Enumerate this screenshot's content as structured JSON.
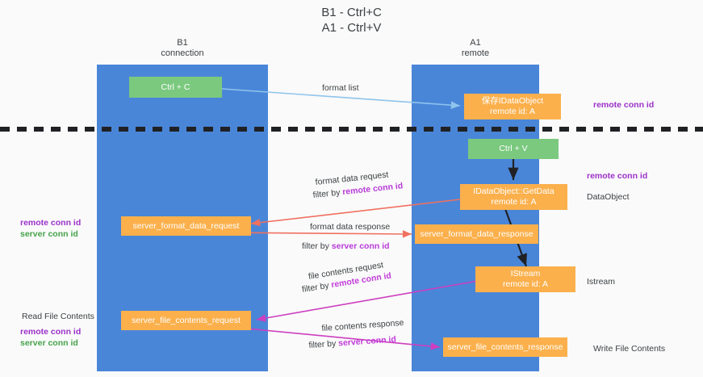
{
  "title": {
    "line1": "B1 - Ctrl+C",
    "line2": "A1 - Ctrl+V"
  },
  "lanes": [
    {
      "name": "B1",
      "sub": "connection"
    },
    {
      "name": "A1",
      "sub": "remote"
    }
  ],
  "nodes": {
    "ctrl_c": "Ctrl + C",
    "ctrl_v": "Ctrl + V",
    "save_idataobject_l1": "保存IDataObject",
    "save_idataobject_l2": "remote id: A",
    "getdata_l1": "IDataObject::GetData",
    "getdata_l2": "remote id: A",
    "istream_l1": "IStream",
    "istream_l2": "remote id: A",
    "server_format_data_request": "server_format_data_request",
    "server_format_data_response": "server_format_data_response",
    "server_file_contents_request": "server_file_contents_request",
    "server_file_contents_response": "server_file_contents_response"
  },
  "edge_labels": {
    "format_list": "format list",
    "format_data_request": "format data request",
    "format_data_request_filter_prefix": "filter by ",
    "format_data_request_filter_key": "remote conn id",
    "format_data_response": "format data response",
    "format_data_response_filter_prefix": "filter by ",
    "format_data_response_filter_key": "server conn id",
    "file_contents_request": "file contents request",
    "file_contents_request_filter_prefix": "filter by ",
    "file_contents_request_filter_key": "remote conn id",
    "file_contents_response": "file contents response",
    "file_contents_response_filter_prefix": "filter by ",
    "file_contents_response_filter_key": "server conn id"
  },
  "right_labels": {
    "remote_conn_id_top": "remote conn id",
    "remote_conn_id_mid": "remote conn id",
    "dataobject": "DataObject",
    "istream": "Istream",
    "write_file_contents": "Write File Contents"
  },
  "left_labels": {
    "remote_conn_id_1": "remote conn id",
    "server_conn_id_1": "server conn id",
    "read_file_contents": "Read File Contents",
    "remote_conn_id_2": "remote conn id",
    "server_conn_id_2": "server conn id"
  },
  "colors": {
    "lane": "#4a86d8",
    "green_node": "#7bc97f",
    "orange_node": "#fbb04c",
    "purple": "#9b30c9",
    "green_text": "#46a34a",
    "blue_arrow": "#8fc4ec",
    "red_arrow": "#f07060",
    "magenta_arrow": "#cc3fbf",
    "black": "#202124",
    "background": "#fafafa"
  }
}
